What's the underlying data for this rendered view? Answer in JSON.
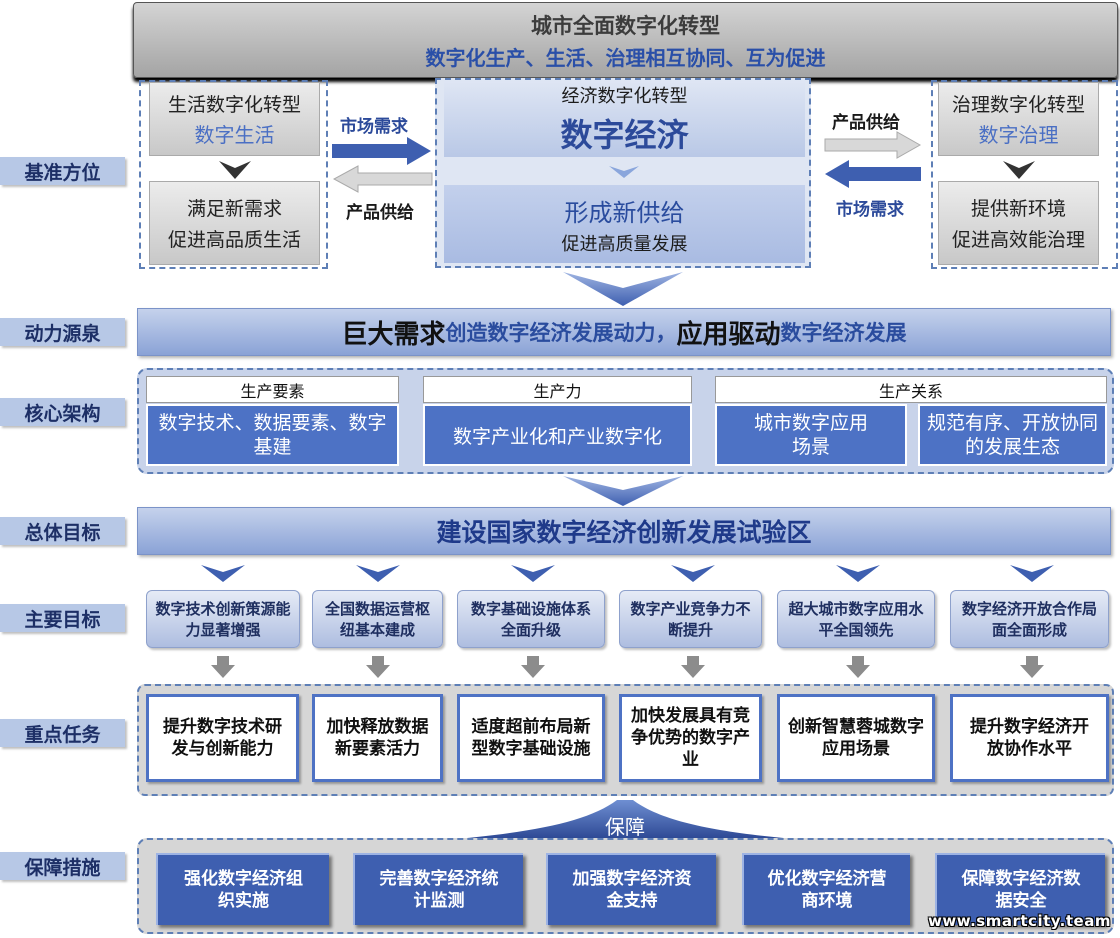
{
  "banner": {
    "title": "城市全面数字化转型",
    "subtitle": "数字化生产、生活、治理相互协同、互为促进"
  },
  "row_labels": [
    "基准方位",
    "动力源泉",
    "核心架构",
    "总体目标",
    "主要目标",
    "重点任务",
    "保障措施"
  ],
  "benchmark": {
    "left": {
      "top_line1": "生活数字化转型",
      "top_line2": "数字生活",
      "bottom_line1": "满足新需求",
      "bottom_line2": "促进高品质生活"
    },
    "center": {
      "top_line1": "经济数字化转型",
      "top_line2": "数字经济",
      "bottom_line1": "形成新供给",
      "bottom_line2": "促进高质量发展"
    },
    "right": {
      "top_line1": "治理数字化转型",
      "top_line2": "数字治理",
      "bottom_line1": "提供新环境",
      "bottom_line2": "促进高效能治理"
    },
    "arrow_labels": {
      "left_top": "市场需求",
      "left_bottom": "产品供给",
      "right_top": "产品供给",
      "right_bottom": "市场需求"
    }
  },
  "power": {
    "part1": "巨大需求",
    "part2": "创造数字经济发展动力，",
    "part3": "应用驱动",
    "part4": "数字经济发展"
  },
  "core": {
    "groups": [
      {
        "header": "生产要素",
        "items": [
          "数字技术、数据要素、数字基建"
        ]
      },
      {
        "header": "生产力",
        "items": [
          "数字产业化和产业数字化"
        ]
      },
      {
        "header": "生产关系",
        "items": [
          "城市数字应用场景",
          "规范有序、开放协同的发展生态"
        ]
      }
    ]
  },
  "overall_goal": "建设国家数字经济创新发展试验区",
  "main_goals": [
    "数字技术创新策源能力显著增强",
    "全国数据运营枢纽基本建成",
    "数字基础设施体系全面升级",
    "数字产业竞争力不断提升",
    "超大城市数字应用水平全国领先",
    "数字经济开放合作局面全面形成"
  ],
  "key_tasks": [
    "提升数字技术研发与创新能力",
    "加快释放数据新要素活力",
    "适度超前布局新型数字基础设施",
    "加快发展具有竞争优势的数字产业",
    "创新智慧蓉城数字应用场景",
    "提升数字经济开放协作水平"
  ],
  "guarantee_label": "保障",
  "guarantees": [
    "强化数字经济组织实施",
    "完善数字经济统计监测",
    "加强数字经济资金支持",
    "优化数字经济营商环境",
    "保障数字经济数据安全"
  ],
  "watermark": "www.smartcity.team",
  "colors": {
    "primary_blue": "#4d72c5",
    "dark_blue": "#3e5fb0",
    "label_bg": "#b7c8e6",
    "banner_blue_text": "#2a4fa8"
  }
}
